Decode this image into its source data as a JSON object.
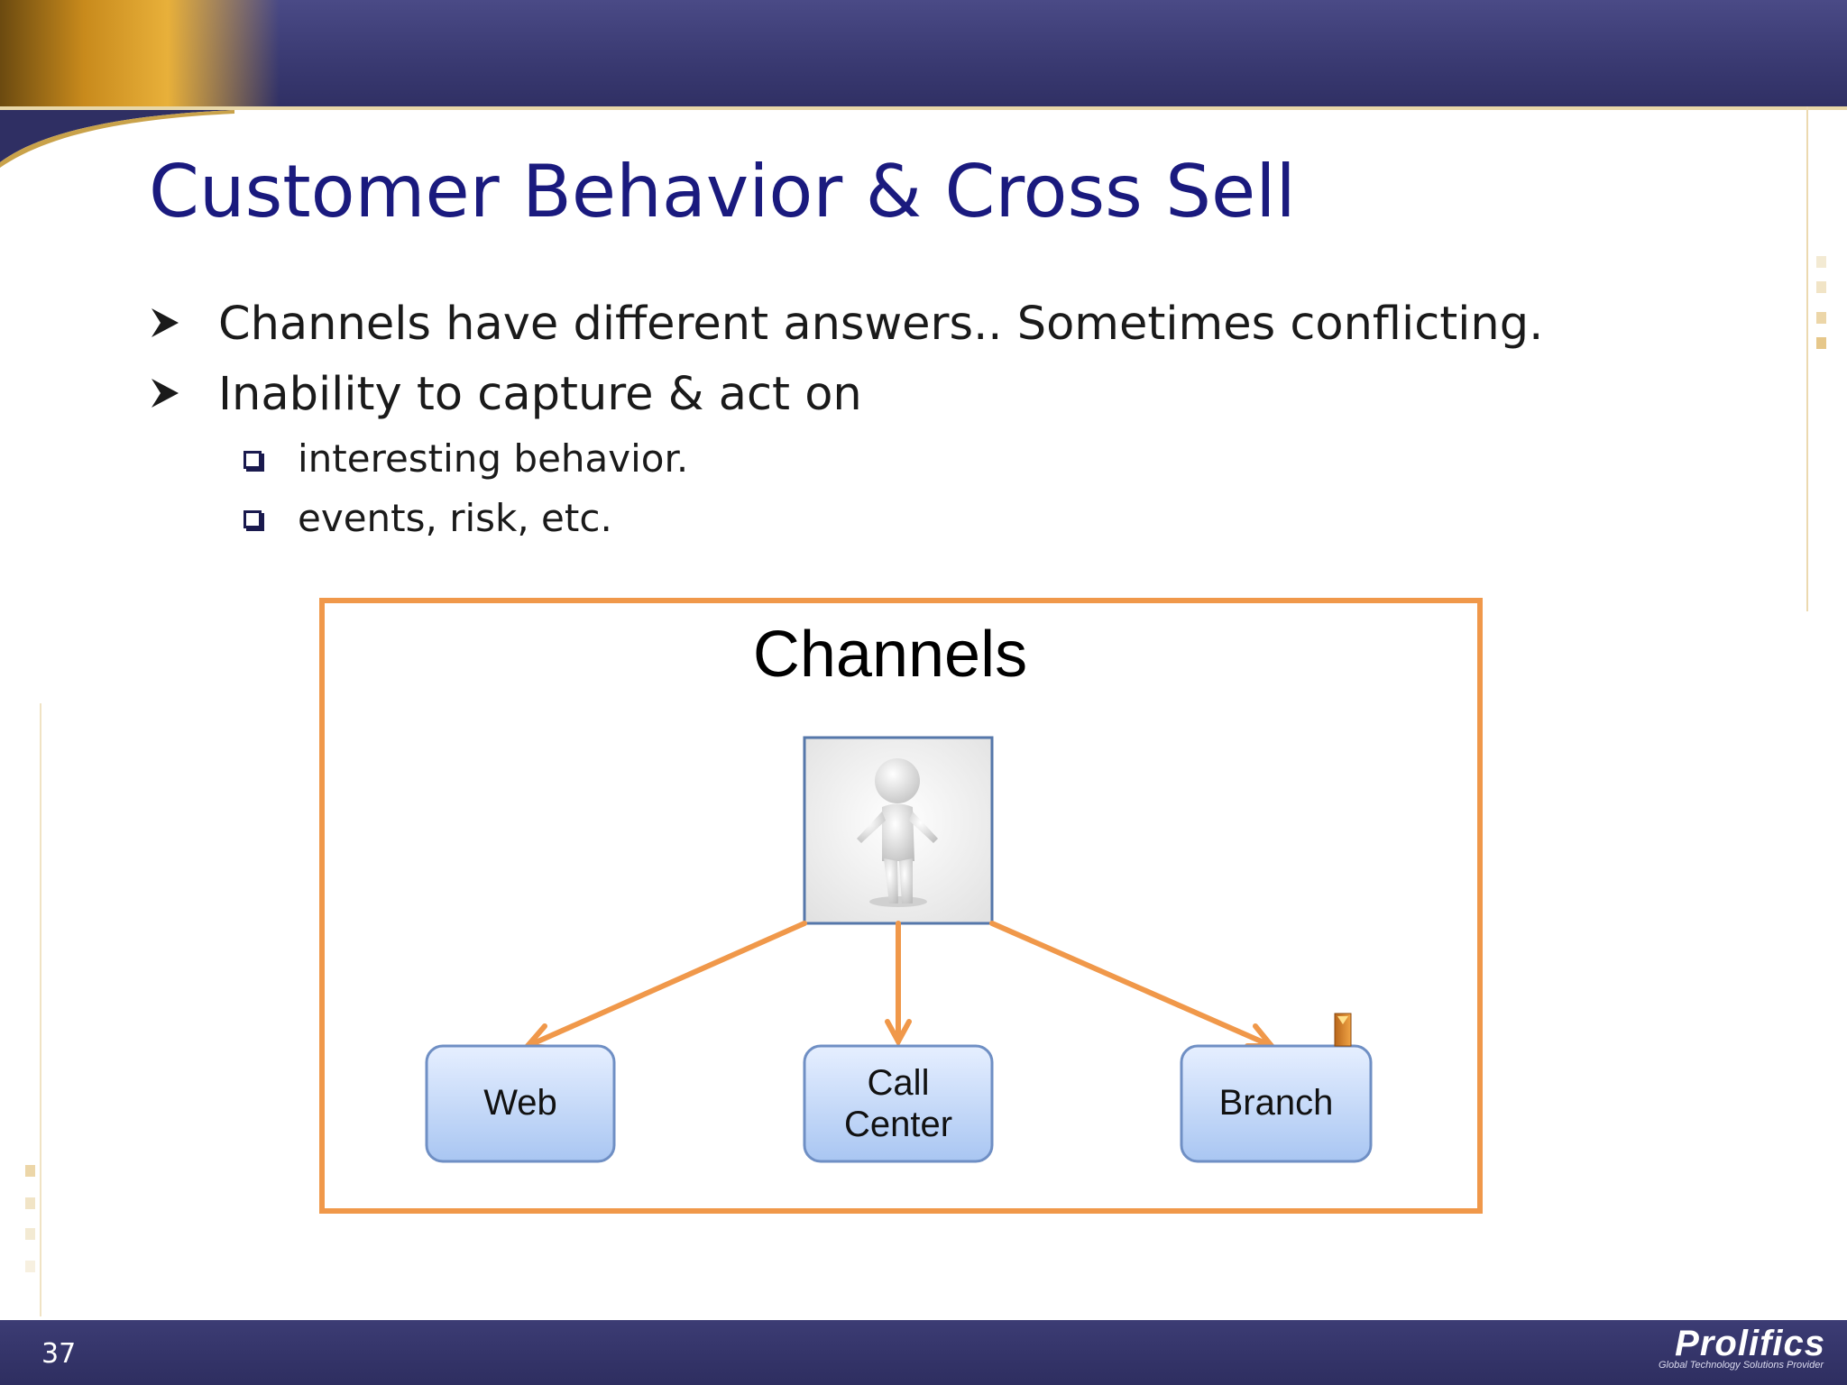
{
  "slide": {
    "title": "Customer Behavior & Cross Sell",
    "bullets": [
      "Channels have different answers.. Sometimes conflicting.",
      "Inability to capture & act on"
    ],
    "sub_bullets": [
      "interesting behavior.",
      "events, risk, etc."
    ],
    "page_number": "37"
  },
  "diagram": {
    "title": "Channels",
    "root": "customer-figure",
    "nodes": [
      {
        "label_lines": [
          "Web"
        ]
      },
      {
        "label_lines": [
          "Call",
          "Center"
        ]
      },
      {
        "label_lines": [
          "Branch"
        ]
      }
    ]
  },
  "branding": {
    "logo": "Prolifics",
    "tagline": "Global Technology Solutions Provider"
  },
  "colors": {
    "title": "#1a1a7e",
    "frame": "#f0984a",
    "arrow": "#f0984a",
    "node_fill_top": "#e6efff",
    "node_fill_bottom": "#a9c6f2",
    "node_border": "#6f8fc4",
    "header": "#3a3a72"
  }
}
